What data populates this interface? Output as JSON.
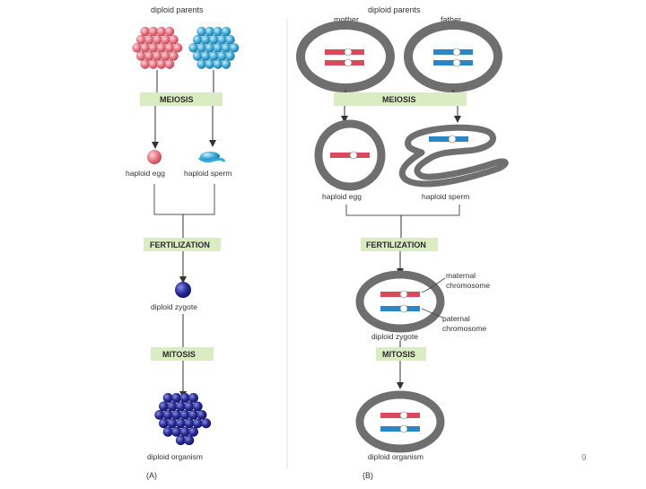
{
  "panel_a": {
    "header": "diploid parents",
    "meiosis": "MEIOSIS",
    "haploid_egg": "haploid egg",
    "haploid_sperm": "haploid sperm",
    "fertilization": "FERTILIZATION",
    "diploid_zygote": "diploid zygote",
    "mitosis": "MITOSIS",
    "diploid_organism": "diploid organism",
    "panel_label": "(A)"
  },
  "panel_b": {
    "header": "diploid parents",
    "mother": "mother",
    "father": "father",
    "meiosis": "MEIOSIS",
    "haploid_egg": "haploid egg",
    "haploid_sperm": "haploid sperm",
    "fertilization": "FERTILIZATION",
    "maternal_chromosome_1": "maternal",
    "maternal_chromosome_2": "chromosome",
    "paternal_chromosome_1": "paternal",
    "paternal_chromosome_2": "chromosome",
    "diploid_zygote": "diploid zygote",
    "mitosis": "MITOSIS",
    "diploid_organism": "diploid organism",
    "panel_label": "(B)"
  },
  "page_number": "9",
  "colors": {
    "band": "#d9ecc2",
    "maternal": "#d94a5a",
    "paternal": "#2b86c6",
    "cell_ring": "#6f6f6f",
    "egg_pink": "#e8707e",
    "sperm_blue": "#36a7d6",
    "zygote_navy": "#1d1f7a"
  }
}
